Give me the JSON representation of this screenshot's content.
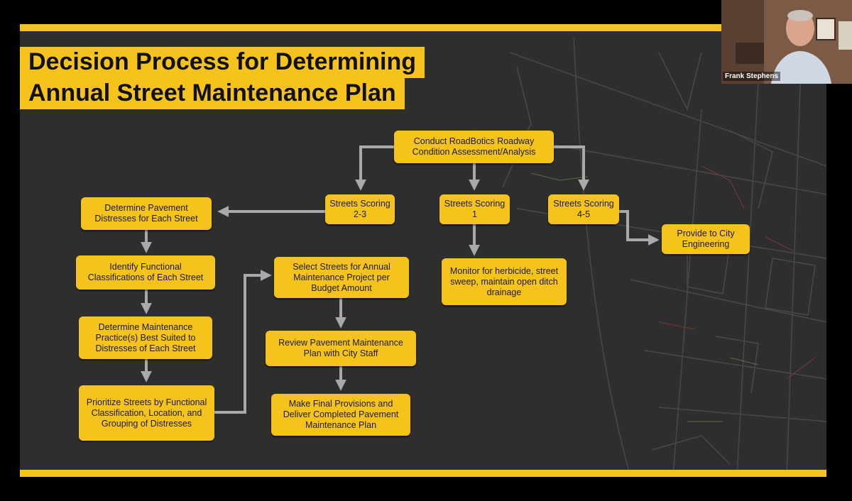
{
  "slide": {
    "title_line1": "Decision Process for Determining",
    "title_line2": "Annual Street Maintenance Plan"
  },
  "flowchart": {
    "nodes": {
      "assessment": "Conduct RoadBotics Roadway Condition Assessment/Analysis",
      "scoring_2_3": "Streets Scoring 2-3",
      "scoring_1": "Streets Scoring 1",
      "scoring_4_5": "Streets Scoring 4-5",
      "city_engineering": "Provide to City Engineering",
      "pavement_distresses": "Determine Pavement Distresses for Each Street",
      "functional_classifications": "Identify Functional Classifications of Each Street",
      "maintenance_practices": "Determine Maintenance Practice(s) Best Suited to Distresses of Each Street",
      "prioritize_streets": "Prioritize Streets by Functional Classification, Location, and Grouping of Distresses",
      "select_streets": "Select Streets for Annual Maintenance Project per Budget Amount",
      "review_plan": "Review Pavement Maintenance Plan with City Staff",
      "final_provisions": "Make Final Provisions and Deliver Completed Pavement Maintenance Plan",
      "monitor": "Monitor for herbicide, street sweep, maintain open ditch drainage"
    }
  },
  "webcam": {
    "participant_name": "Frank Stephens"
  },
  "colors": {
    "accent": "#f6c31c",
    "background": "#2e2e2e",
    "arrow": "#a9a9ad"
  }
}
